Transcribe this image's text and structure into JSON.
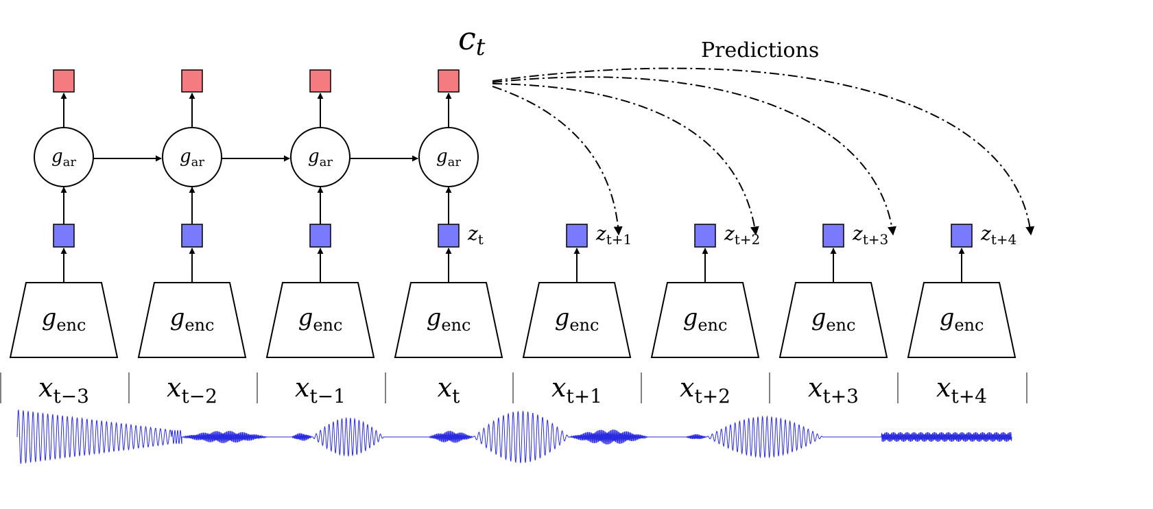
{
  "context_label": {
    "base": "c",
    "sub": "t"
  },
  "predictions_label": "Predictions",
  "ar_label": {
    "base": "g",
    "sub": "ar"
  },
  "enc_label": {
    "base": "g",
    "sub": "enc"
  },
  "inputs": [
    {
      "base": "x",
      "sub": "t−3"
    },
    {
      "base": "x",
      "sub": "t−2"
    },
    {
      "base": "x",
      "sub": "t−1"
    },
    {
      "base": "x",
      "sub": "t"
    },
    {
      "base": "x",
      "sub": "t+1"
    },
    {
      "base": "x",
      "sub": "t+2"
    },
    {
      "base": "x",
      "sub": "t+3"
    },
    {
      "base": "x",
      "sub": "t+4"
    }
  ],
  "latents": [
    null,
    null,
    null,
    {
      "base": "z",
      "sub": "t"
    },
    {
      "base": "z",
      "sub": "t+1"
    },
    {
      "base": "z",
      "sub": "t+2"
    },
    {
      "base": "z",
      "sub": "t+3"
    },
    {
      "base": "z",
      "sub": "t+4"
    }
  ],
  "colors": {
    "context": "#f47c80",
    "latent": "#7a7aff",
    "waveform": "#2a2ae0",
    "stroke": "#000000"
  }
}
